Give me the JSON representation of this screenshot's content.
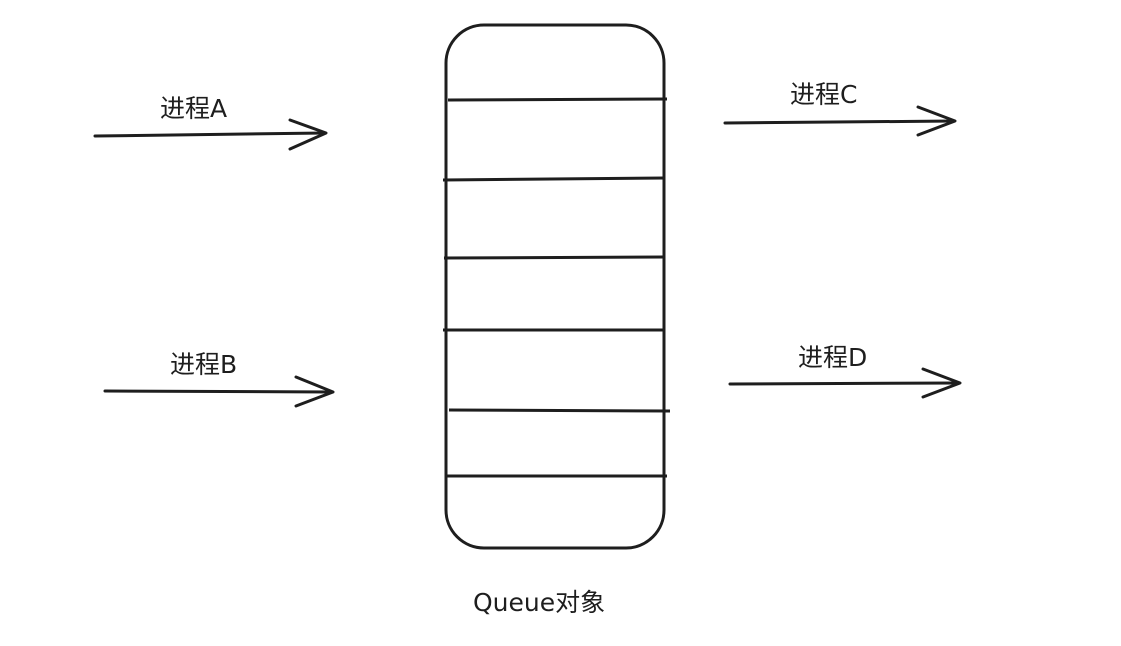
{
  "title": "",
  "nodes": {
    "process_a": {
      "label": "进程A"
    },
    "process_b": {
      "label": "进程B"
    },
    "process_c": {
      "label": "进程C"
    },
    "process_d": {
      "label": "进程D"
    },
    "queue": {
      "label": "Queue对象",
      "slots": 6
    }
  },
  "colors": {
    "stroke": "#1e1e1e",
    "background": "#ffffff"
  }
}
